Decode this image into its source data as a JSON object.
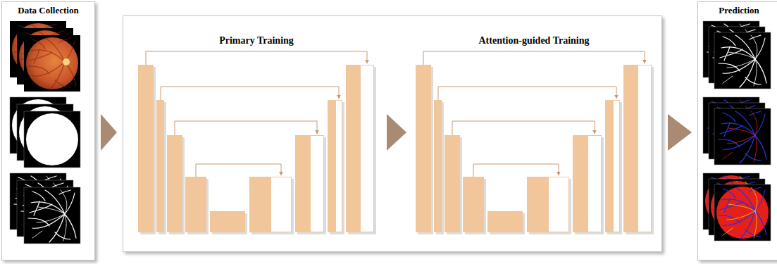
{
  "diagram": {
    "nodes": [
      {
        "text": [
          "Data Collection"
        ]
      },
      {
        "text": [
          "Primary Training",
          "Attention-guided Training"
        ]
      },
      {
        "text": [
          "Prediction"
        ]
      }
    ],
    "edges": [
      {
        "from": 0,
        "to": 1,
        "arrow": "to"
      },
      {
        "from": 1,
        "to": 2,
        "arrow": "to"
      }
    ]
  }
}
